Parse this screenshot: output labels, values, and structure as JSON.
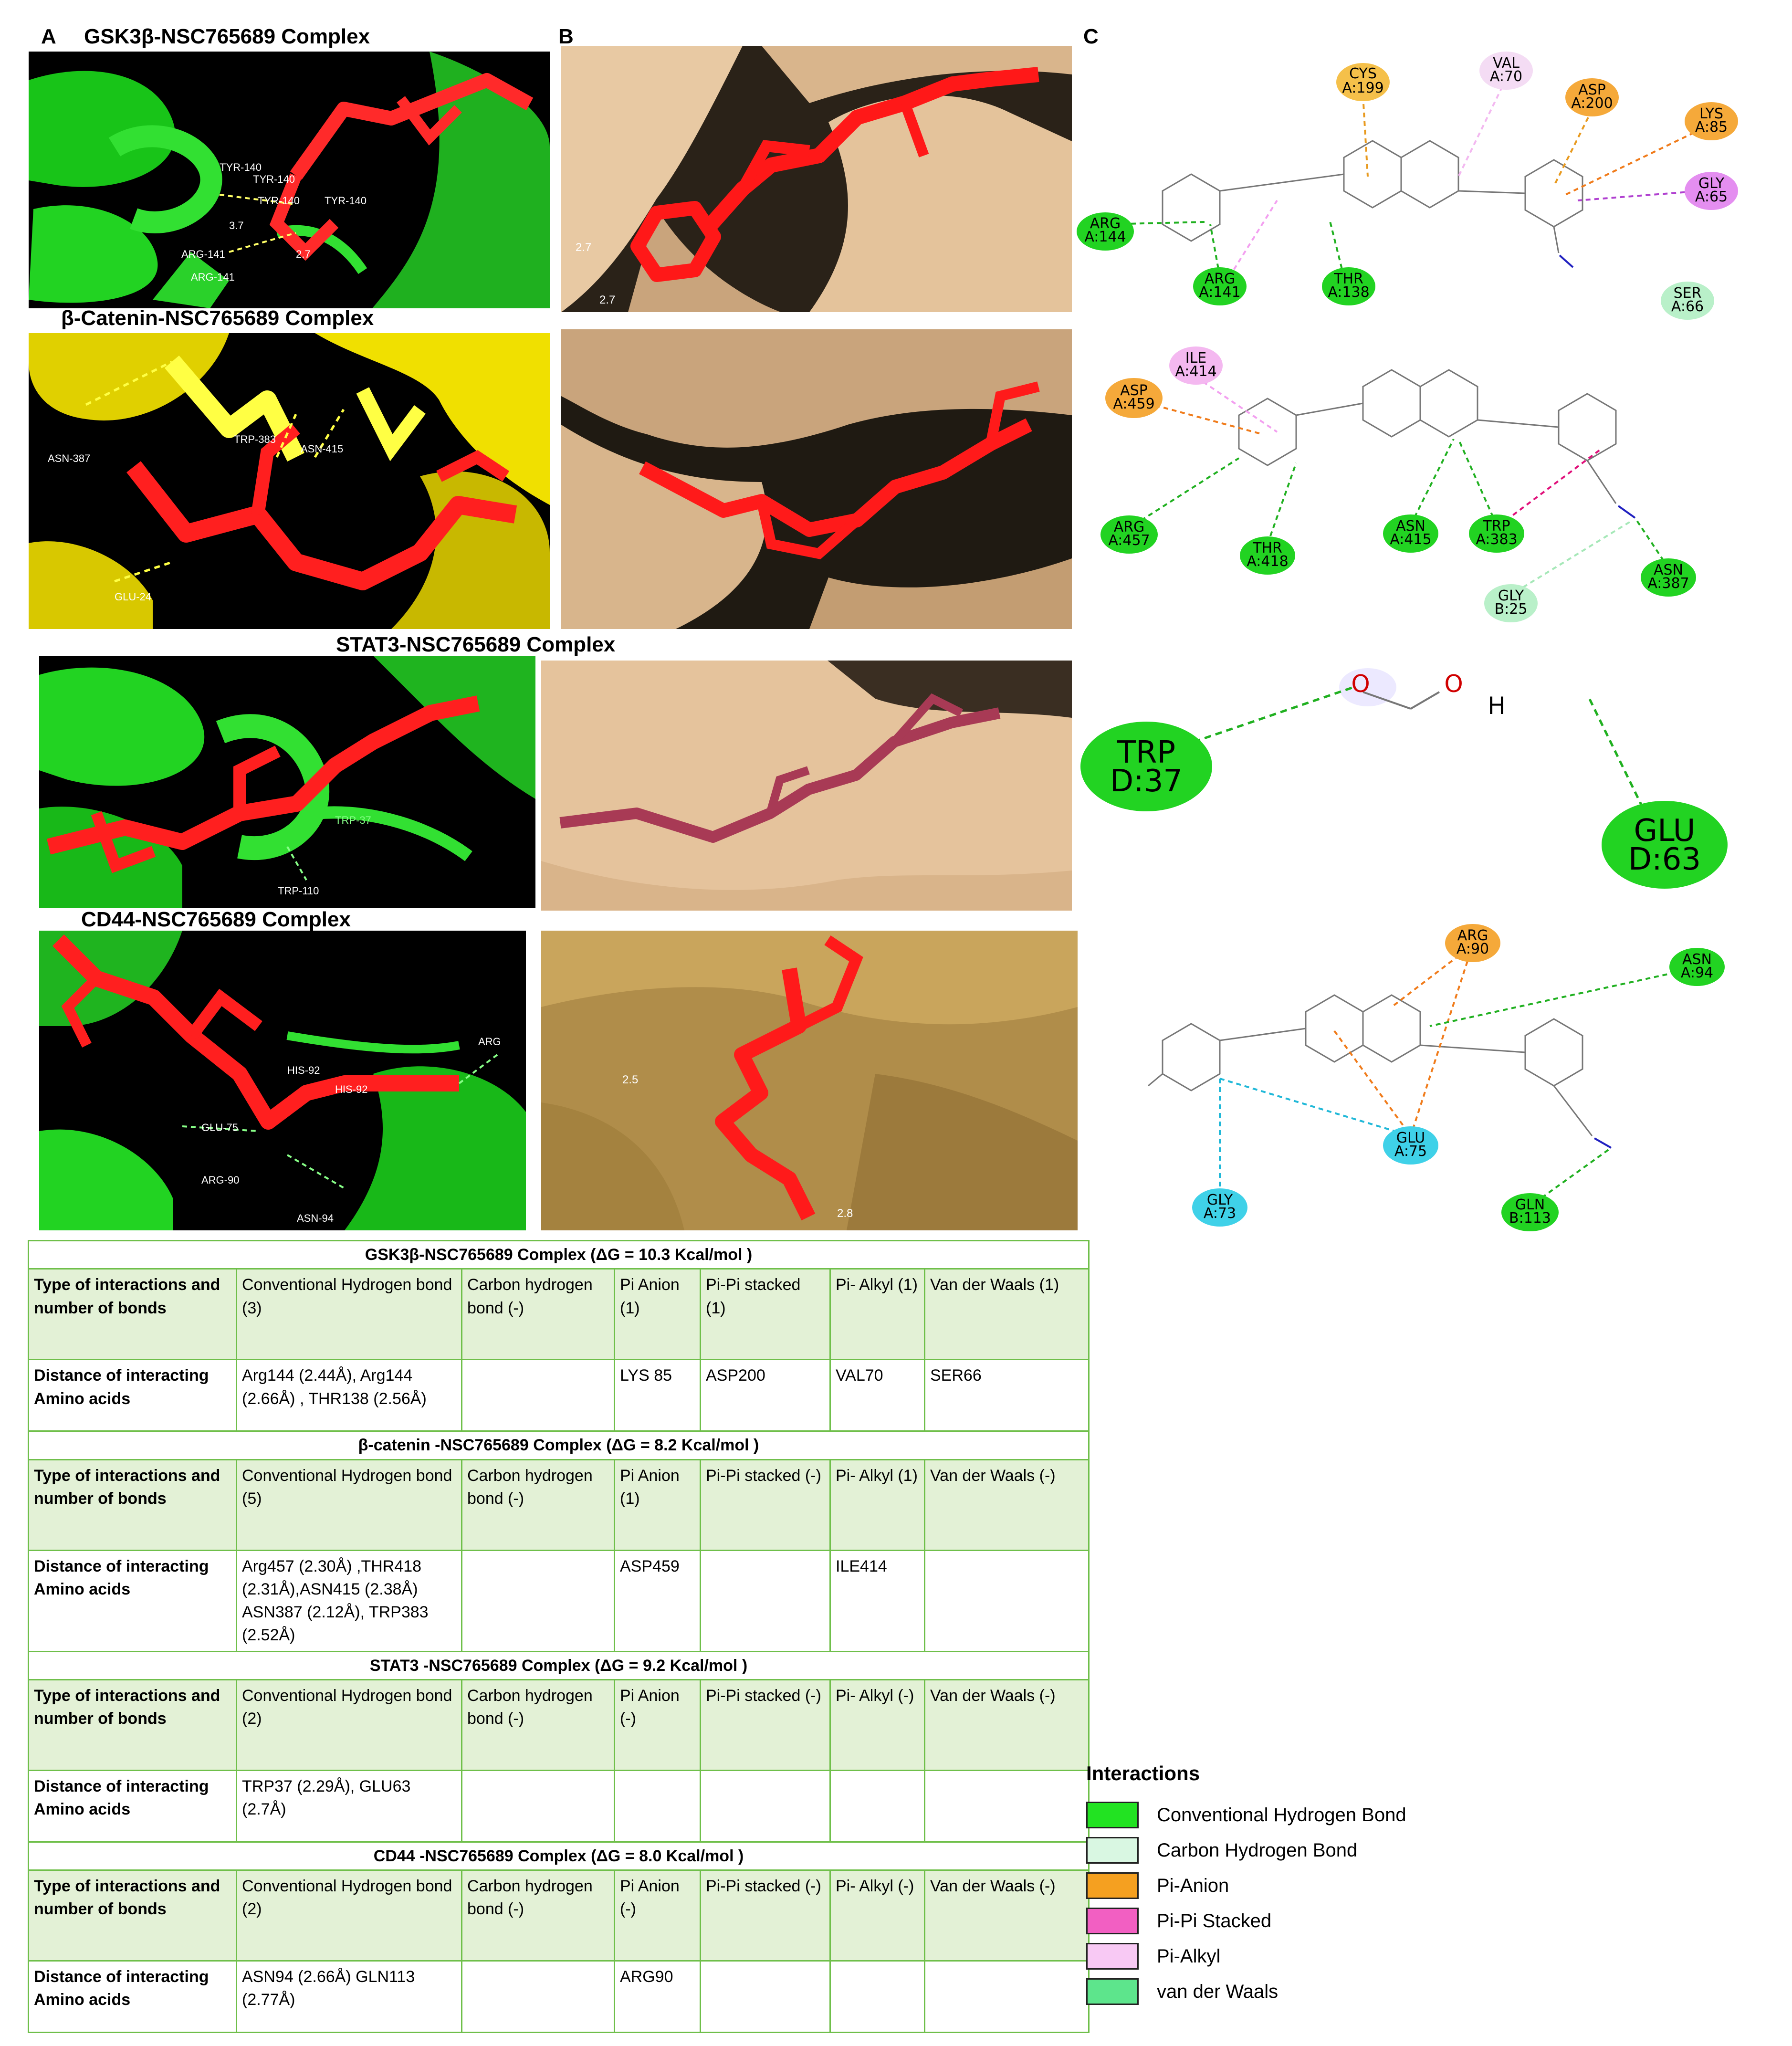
{
  "panels": {
    "a_letter": "A",
    "b_letter": "B",
    "c_letter": "C"
  },
  "complexes": [
    {
      "title": "GSK3β-NSC765689 Complex"
    },
    {
      "title": "β-Catenin-NSC765689 Complex"
    },
    {
      "title": "STAT3-NSC765689 Complex"
    },
    {
      "title": "CD44-NSC765689 Complex"
    }
  ],
  "structure_labels": {
    "gsk3b": [
      "TYR-140",
      "TYR-140",
      "TYR-140",
      "TYR-140",
      "3.7",
      "2.7",
      "ARG-141",
      "ARG-141"
    ],
    "catenin": [
      "ASN-387",
      "TRP-383",
      "ASN-415",
      "GLU-24"
    ],
    "stat3": [
      "TRP-37",
      "TRP-110"
    ],
    "cd44": [
      "HIS-92",
      "HIS-92",
      "GLU-75",
      "ARG-90",
      "ASN-94",
      "ARG"
    ],
    "surface_gsk3b": [
      "2.7",
      "2.7"
    ],
    "surface_cd44": [
      "2.5",
      "2.8"
    ]
  },
  "diagrams": {
    "gsk3b": [
      {
        "label": "CYS\nA:199",
        "color": "#f5b73a"
      },
      {
        "label": "VAL\nA:70",
        "color": "#f4d6f4"
      },
      {
        "label": "ASP\nA:200",
        "color": "#f5a623"
      },
      {
        "label": "LYS\nA:85",
        "color": "#f5a623"
      },
      {
        "label": "GLY\nA:65",
        "color": "#e48ef0"
      },
      {
        "label": "ARG\nA:144",
        "color": "#22d322"
      },
      {
        "label": "ARG\nA:141",
        "color": "#22d322"
      },
      {
        "label": "THR\nA:138",
        "color": "#22d322"
      },
      {
        "label": "SER\nA:66",
        "color": "#b9f0c9"
      }
    ],
    "catenin": [
      {
        "label": "ILE\nA:414",
        "color": "#f4b8f0"
      },
      {
        "label": "ASP\nA:459",
        "color": "#f5a623"
      },
      {
        "label": "ARG\nA:457",
        "color": "#22d322"
      },
      {
        "label": "THR\nA:418",
        "color": "#22d322"
      },
      {
        "label": "ASN\nA:415",
        "color": "#22d322"
      },
      {
        "label": "TRP\nA:383",
        "color": "#22d322"
      },
      {
        "label": "ASN\nA:387",
        "color": "#22d322"
      },
      {
        "label": "GLY\nB:25",
        "color": "#b9f0c9"
      }
    ],
    "stat3": [
      {
        "label": "TRP\nD:37",
        "color": "#22d322"
      },
      {
        "label": "GLU\nD:63",
        "color": "#22d322"
      },
      {
        "label": "O",
        "color": "#d00000"
      },
      {
        "label": "O",
        "color": "#d00000"
      },
      {
        "label": "H",
        "color": "#000000"
      }
    ],
    "cd44": [
      {
        "label": "ARG\nA:90",
        "color": "#f5a623"
      },
      {
        "label": "ASN\nA:94",
        "color": "#22d322"
      },
      {
        "label": "GLU\nA:75",
        "color": "#3fd1e8"
      },
      {
        "label": "GLY\nA:73",
        "color": "#3fd1e8"
      },
      {
        "label": "GLN\nB:113",
        "color": "#22d322"
      }
    ]
  },
  "table": {
    "sections": [
      {
        "header": "GSK3β-NSC765689 Complex (ΔG = 10.3 Kcal/mol )",
        "type_label": "Type of interactions and number of bonds",
        "types": [
          "Conventional Hydrogen bond (3)",
          "Carbon hydrogen bond (-)",
          "Pi Anion (1)",
          "Pi-Pi stacked (1)",
          "Pi- Alkyl (1)",
          "Van der Waals (1)"
        ],
        "dist_label": "Distance of interacting Amino acids",
        "dists": [
          "Arg144 (2.44Å), Arg144 (2.66Å) , THR138 (2.56Å)",
          "",
          "LYS 85",
          "ASP200",
          "VAL70",
          "SER66"
        ]
      },
      {
        "header": "β-catenin -NSC765689 Complex (ΔG = 8.2 Kcal/mol )",
        "type_label": "Type of interactions and number of bonds",
        "types": [
          "Conventional Hydrogen bond (5)",
          "Carbon hydrogen bond (-)",
          "Pi Anion (1)",
          "Pi-Pi stacked (-)",
          "Pi- Alkyl (1)",
          "Van der Waals (-)"
        ],
        "dist_label": "Distance of interacting Amino acids",
        "dists": [
          "Arg457 (2.30Å) ,THR418 (2.31Å),ASN415 (2.38Å) ASN387 (2.12Å), TRP383 (2.52Å)",
          "",
          "ASP459",
          "",
          "ILE414",
          ""
        ]
      },
      {
        "header": "STAT3 -NSC765689 Complex (ΔG = 9.2 Kcal/mol )",
        "type_label": "Type of interactions and number of bonds",
        "types": [
          "Conventional Hydrogen bond (2)",
          "Carbon hydrogen bond (-)",
          "Pi Anion (-)",
          "Pi-Pi stacked (-)",
          "Pi- Alkyl (-)",
          "Van der Waals (-)"
        ],
        "dist_label": "Distance of interacting Amino acids",
        "dists": [
          "TRP37 (2.29Å), GLU63 (2.7Å)",
          "",
          "",
          "",
          "",
          ""
        ]
      },
      {
        "header": "CD44 -NSC765689 Complex (ΔG = 8.0  Kcal/mol )",
        "type_label": "Type of interactions and number of bonds",
        "types": [
          "Conventional Hydrogen bond (2)",
          "Carbon hydrogen bond (-)",
          "Pi Anion (-)",
          "Pi-Pi stacked (-)",
          "Pi- Alkyl (-)",
          "Van der Waals (-)"
        ],
        "dist_label": "Distance of interacting Amino acids",
        "dists": [
          "ASN94 (2.66Å) GLN113 (2.77Å)",
          "",
          "ARG90",
          "",
          "",
          ""
        ]
      }
    ]
  },
  "legend": {
    "title": "Interactions",
    "items": [
      {
        "label": "Conventional Hydrogen Bond",
        "color": "#22e322"
      },
      {
        "label": "Carbon Hydrogen Bond",
        "color": "#d9f7e2"
      },
      {
        "label": "Pi-Anion",
        "color": "#f5a020"
      },
      {
        "label": "Pi-Pi Stacked",
        "color": "#f25fc2"
      },
      {
        "label": "Pi-Alkyl",
        "color": "#f8c9f4"
      },
      {
        "label": " van der Waals",
        "color": "#5de58c"
      }
    ]
  }
}
